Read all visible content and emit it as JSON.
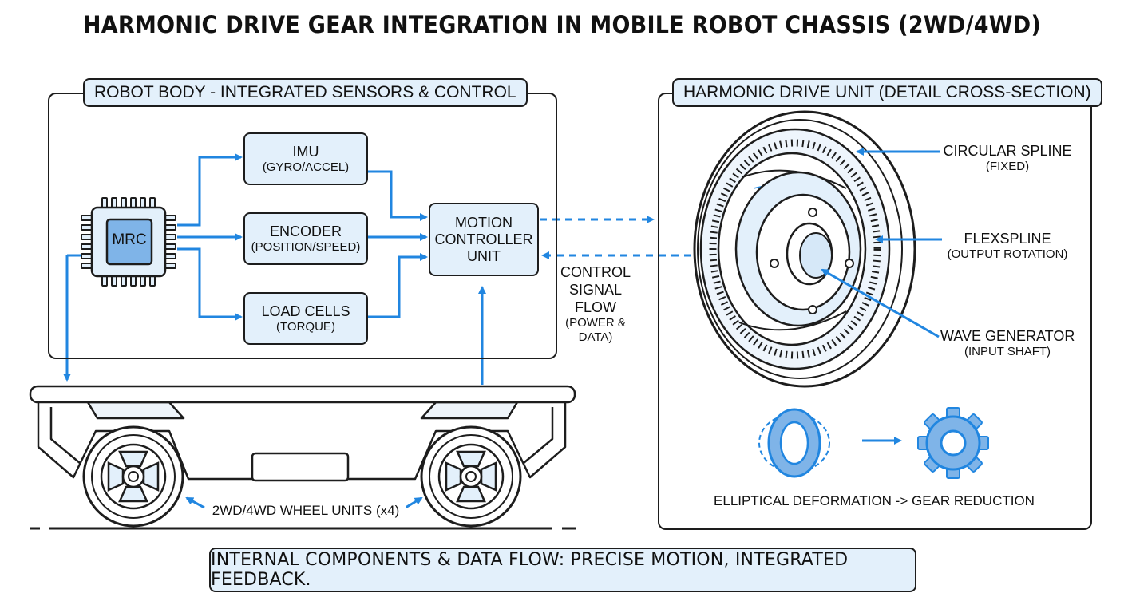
{
  "title": "HARMONIC DRIVE GEAR INTEGRATION IN MOBILE ROBOT CHASSIS (2WD/4WD)",
  "left_panel": {
    "tag": "ROBOT BODY - INTEGRATED SENSORS & CONTROL",
    "chip_label": "MRC",
    "imu": {
      "line1": "IMU",
      "line2": "(GYRO/ACCEL)"
    },
    "encoder": {
      "line1": "ENCODER",
      "line2": "(POSITION/SPEED)"
    },
    "load_cells": {
      "line1": "LOAD CELLS",
      "line2": "(TORQUE)"
    },
    "motion_controller": {
      "line1": "MOTION",
      "line2": "CONTROLLER",
      "line3": "UNIT"
    }
  },
  "control_signal": {
    "line1": "CONTROL",
    "line2": "SIGNAL",
    "line3": "FLOW",
    "line4": "(POWER &",
    "line5": "DATA)"
  },
  "chassis": {
    "wheel_label": "2WD/4WD WHEEL UNITS (x4)"
  },
  "right_panel": {
    "tag": "HARMONIC DRIVE UNIT (DETAIL CROSS-SECTION)",
    "circular_spline": {
      "name": "CIRCULAR SPLINE",
      "note": "(FIXED)"
    },
    "flexspline": {
      "name": "FLEXSPLINE",
      "note": "(OUTPUT ROTATION)"
    },
    "wave_generator": {
      "name": "WAVE GENERATOR",
      "note": "(INPUT SHAFT)"
    },
    "deformation_caption": "ELLIPTICAL DEFORMATION -> GEAR REDUCTION"
  },
  "footer": "INTERNAL COMPONENTS & DATA FLOW: PRECISE MOTION, INTEGRATED FEEDBACK.",
  "colors": {
    "accent": "#2186e0",
    "box_fill": "#e3f0fb",
    "outline": "#1d1d1d",
    "chip_fill": "#7fb4e8"
  }
}
